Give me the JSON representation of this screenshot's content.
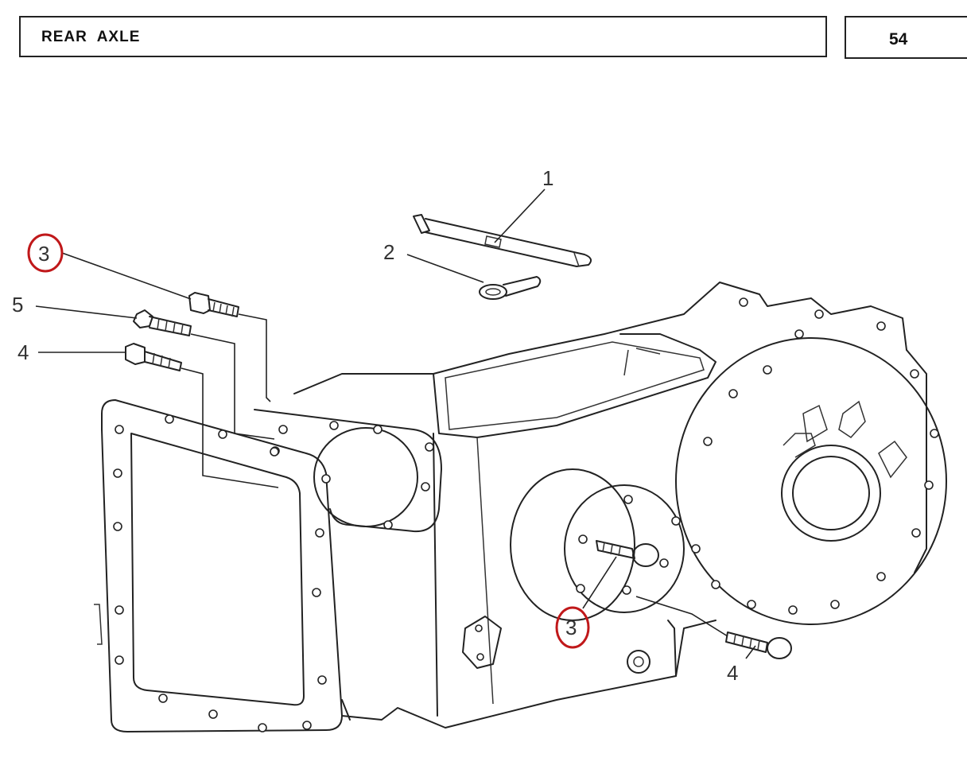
{
  "header": {
    "title": "REAR  AXLE",
    "page_number": "54"
  },
  "callouts": [
    {
      "id": "c1",
      "label": "1",
      "highlighted": false
    },
    {
      "id": "c2",
      "label": "2",
      "highlighted": false
    },
    {
      "id": "c3a",
      "label": "3",
      "highlighted": true
    },
    {
      "id": "c5",
      "label": "5",
      "highlighted": false
    },
    {
      "id": "c4a",
      "label": "4",
      "highlighted": false
    },
    {
      "id": "c3b",
      "label": "3",
      "highlighted": true
    },
    {
      "id": "c4b",
      "label": "4",
      "highlighted": false
    }
  ],
  "colors": {
    "line": "#222222",
    "highlight": "#c0181a",
    "background": "#ffffff"
  }
}
